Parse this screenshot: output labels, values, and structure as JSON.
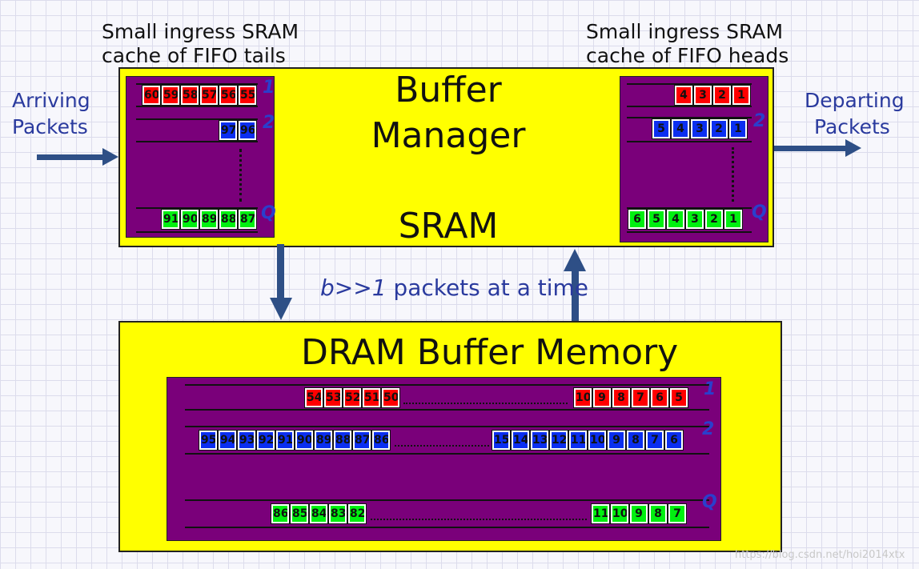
{
  "captions": {
    "left_line1": "Small ingress SRAM",
    "left_line2": "cache of FIFO tails",
    "right_line1": "Small ingress SRAM",
    "right_line2": "cache of FIFO heads"
  },
  "side_labels": {
    "arriving_line1": "Arriving",
    "arriving_line2": "Packets",
    "departing_line1": "Departing",
    "departing_line2": "Packets"
  },
  "sram": {
    "title_line1": "Buffer",
    "title_line2": "Manager",
    "title_line3": "SRAM"
  },
  "dram": {
    "title": "DRAM Buffer Memory"
  },
  "transfer": {
    "b": "b>>1",
    "rest": " packets at a time"
  },
  "queue_labels": {
    "q1": "1",
    "q2": "2",
    "qq": "Q"
  },
  "tail_cache": {
    "q1": [
      "60",
      "59",
      "58",
      "57",
      "56",
      "55"
    ],
    "q2": [
      "97",
      "96"
    ],
    "qq": [
      "91",
      "90",
      "89",
      "88",
      "87"
    ]
  },
  "head_cache": {
    "q1": [
      "4",
      "3",
      "2",
      "1"
    ],
    "q2": [
      "5",
      "4",
      "3",
      "2",
      "1"
    ],
    "qq": [
      "6",
      "5",
      "4",
      "3",
      "2",
      "1"
    ]
  },
  "dram_queues": {
    "q1_left": [
      "54",
      "53",
      "52",
      "51",
      "50"
    ],
    "q1_right": [
      "10",
      "9",
      "8",
      "7",
      "6",
      "5"
    ],
    "q2_left": [
      "95",
      "94",
      "93",
      "92",
      "91",
      "90",
      "89",
      "88",
      "87",
      "86"
    ],
    "q2_right": [
      "15",
      "14",
      "13",
      "12",
      "11",
      "10",
      "9",
      "8",
      "7",
      "6"
    ],
    "qq_left": [
      "86",
      "85",
      "84",
      "83",
      "82"
    ],
    "qq_right": [
      "11",
      "10",
      "9",
      "8",
      "7"
    ]
  },
  "colors": {
    "queue1": "#ff0000",
    "queue2": "#0b2ff0",
    "queueQ": "#00f010",
    "box": "#ffff00",
    "inner": "#7a007a",
    "arrow": "#2e4f86"
  },
  "watermark": "https://blog.csdn.net/hoi2014xtx"
}
